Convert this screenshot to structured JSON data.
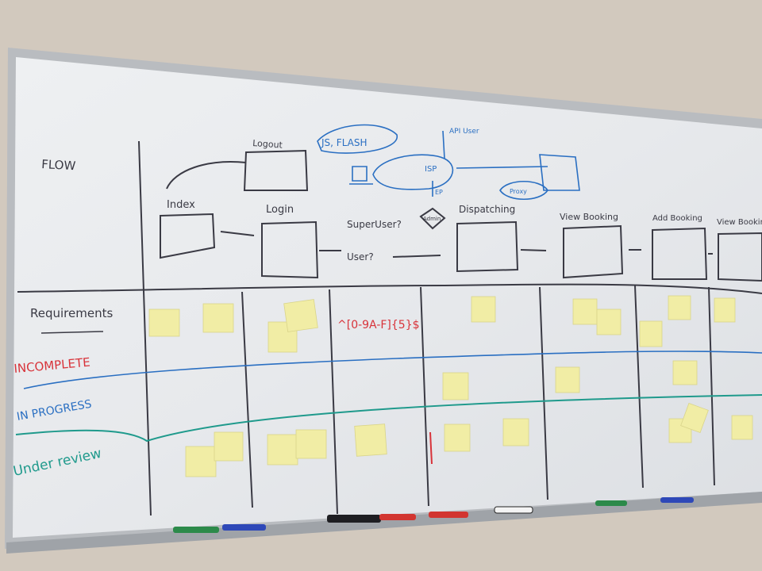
{
  "board": {
    "flow_label": "FLOW",
    "screens": {
      "logout": "Logout",
      "index": "Index",
      "login": "Login",
      "superuser": "SuperUser?",
      "admin": "Admin",
      "user": "User?",
      "dispatching": "Dispatching",
      "view_booking": "View Booking",
      "add_booking": "Add Booking",
      "view_bookings": "View Bookings"
    },
    "blue_notes": {
      "js_flash": "JS, FLASH",
      "api_user": "API User",
      "isp": "ISP",
      "ep": "EP",
      "proxy": "Proxy"
    },
    "rows": {
      "requirements": "Requirements",
      "incomplete": "INCOMPLETE",
      "in_progress": "IN PROGRESS",
      "under_review": "Under review"
    },
    "regex": "^[0-9A-F]{5}$",
    "colors": {
      "marker_black": "#3a3a44",
      "marker_blue": "#2a6fc2",
      "marker_red": "#d8333a",
      "marker_teal": "#1f9a8c",
      "sticky": "#f1eda5"
    }
  }
}
